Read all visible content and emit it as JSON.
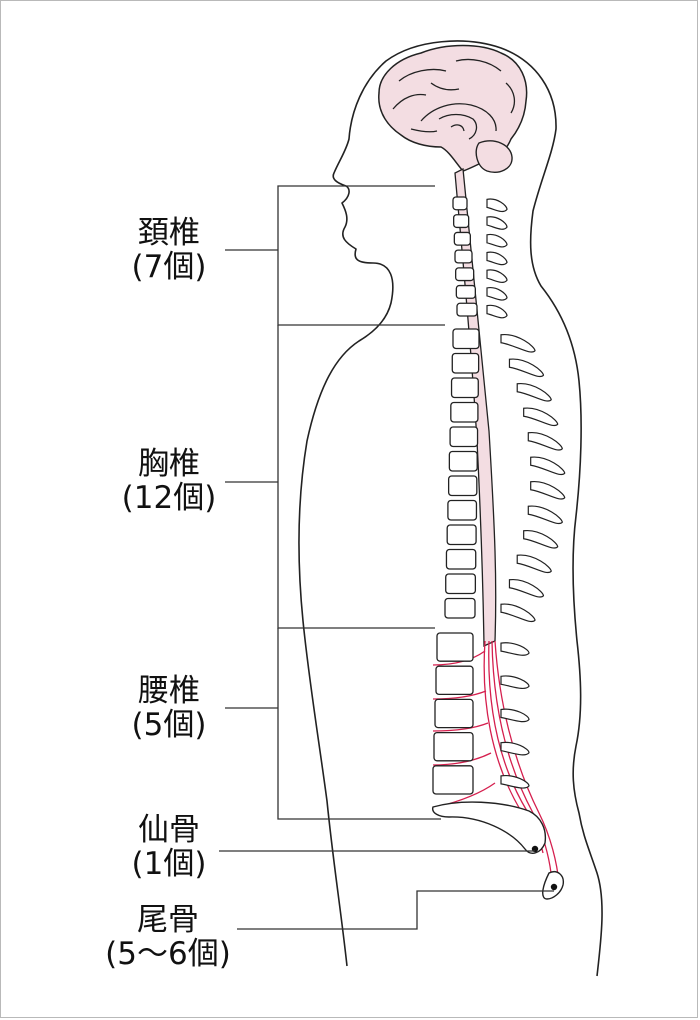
{
  "colors": {
    "outline": "#222222",
    "cord_fill": "#f3dde2",
    "nerve": "#d51f4e",
    "bracket": "#333333",
    "text": "#111111"
  },
  "labels": {
    "cervical": {
      "name": "頚椎",
      "count": "(7個)"
    },
    "thoracic": {
      "name": "胸椎",
      "count": "(12個)"
    },
    "lumbar": {
      "name": "腰椎",
      "count": "(5個)"
    },
    "sacrum": {
      "name": "仙骨",
      "count": "(1個)"
    },
    "coccyx": {
      "name": "尾骨",
      "count": "(5〜6個)"
    }
  },
  "vertebra_counts": {
    "cervical": 7,
    "thoracic": 12,
    "lumbar": 5
  }
}
